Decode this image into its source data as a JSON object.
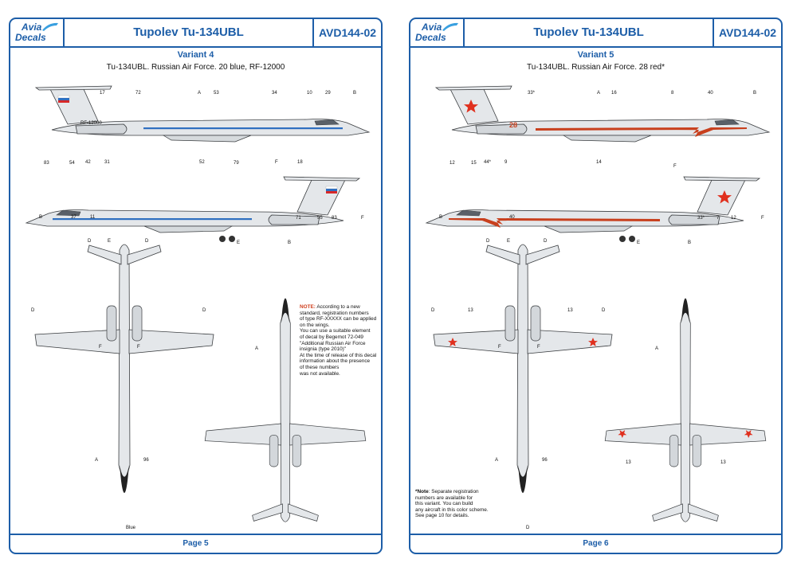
{
  "pages": [
    {
      "logo_line1": "Avia",
      "logo_line2": "Decals",
      "title": "Tupolev Tu-134UBL",
      "code": "AVD144-02",
      "variant": "Variant 4",
      "subtitle": "Tu-134UBL. Russian Air Force. 20 blue, RF-12000",
      "footer": "Page 5",
      "registration": "RF-12000",
      "stripe_color": "#2f6fc0",
      "side_top_callouts": [
        "17",
        "72",
        "A",
        "53",
        "34",
        "10",
        "29",
        "B",
        "83",
        "54",
        "79"
      ],
      "side_bottom_callouts": [
        "42",
        "31",
        "52",
        "F",
        "18",
        "B",
        "37",
        "11",
        "71",
        "55",
        "83",
        "F",
        "E"
      ],
      "plan_callouts": [
        "D",
        "E",
        "D",
        "D",
        "D",
        "F",
        "F",
        "A",
        "96",
        "B",
        "A"
      ],
      "nose_label": "Blue",
      "note_label": "NOTE:",
      "note_lines": [
        "According to a new",
        "standard, registration numbers",
        "of type RF-XXXXX can be applied",
        "on the wings.",
        "You can use a suitable element",
        "of decal by Begemot 72-049",
        "\"Additional Russian Air Force",
        "insignia (type 2010)\"",
        "At the time of release of this decal",
        "information about the presence",
        "of these numbers",
        "was not available."
      ]
    },
    {
      "logo_line1": "Avia",
      "logo_line2": "Decals",
      "title": "Tupolev Tu-134UBL",
      "code": "AVD144-02",
      "variant": "Variant 5",
      "subtitle": "Tu-134UBL. Russian Air Force. 28 red*",
      "footer": "Page 6",
      "tail_number": "28",
      "stripe_color": "#c8401e",
      "side_top_callouts": [
        "33*",
        "A",
        "16",
        "8",
        "40",
        "B",
        "12",
        "15"
      ],
      "side_bottom_callouts": [
        "44*",
        "9",
        "14",
        "F",
        "B",
        "40",
        "33*",
        "7",
        "12",
        "F",
        "E"
      ],
      "plan_callouts": [
        "D",
        "E",
        "D",
        "D",
        "13",
        "13",
        "D",
        "F",
        "F",
        "A",
        "96",
        "D",
        "B",
        "A",
        "13",
        "13"
      ],
      "note_label": "*Note",
      "note_lines": [
        ": Separate registration",
        "numbers are available for",
        "this variant. You can build",
        "any aircraft in this color scheme.",
        "See page 10 for details."
      ]
    }
  ],
  "colors": {
    "brand_blue": "#1d5ea8",
    "aircraft_grey": "#e4e7ea",
    "outline": "#3a3d40",
    "star_red": "#e0301e"
  },
  "icon_names": [
    "avia-decals-logo-icon",
    "red-star-icon",
    "russian-flag-icon"
  ]
}
